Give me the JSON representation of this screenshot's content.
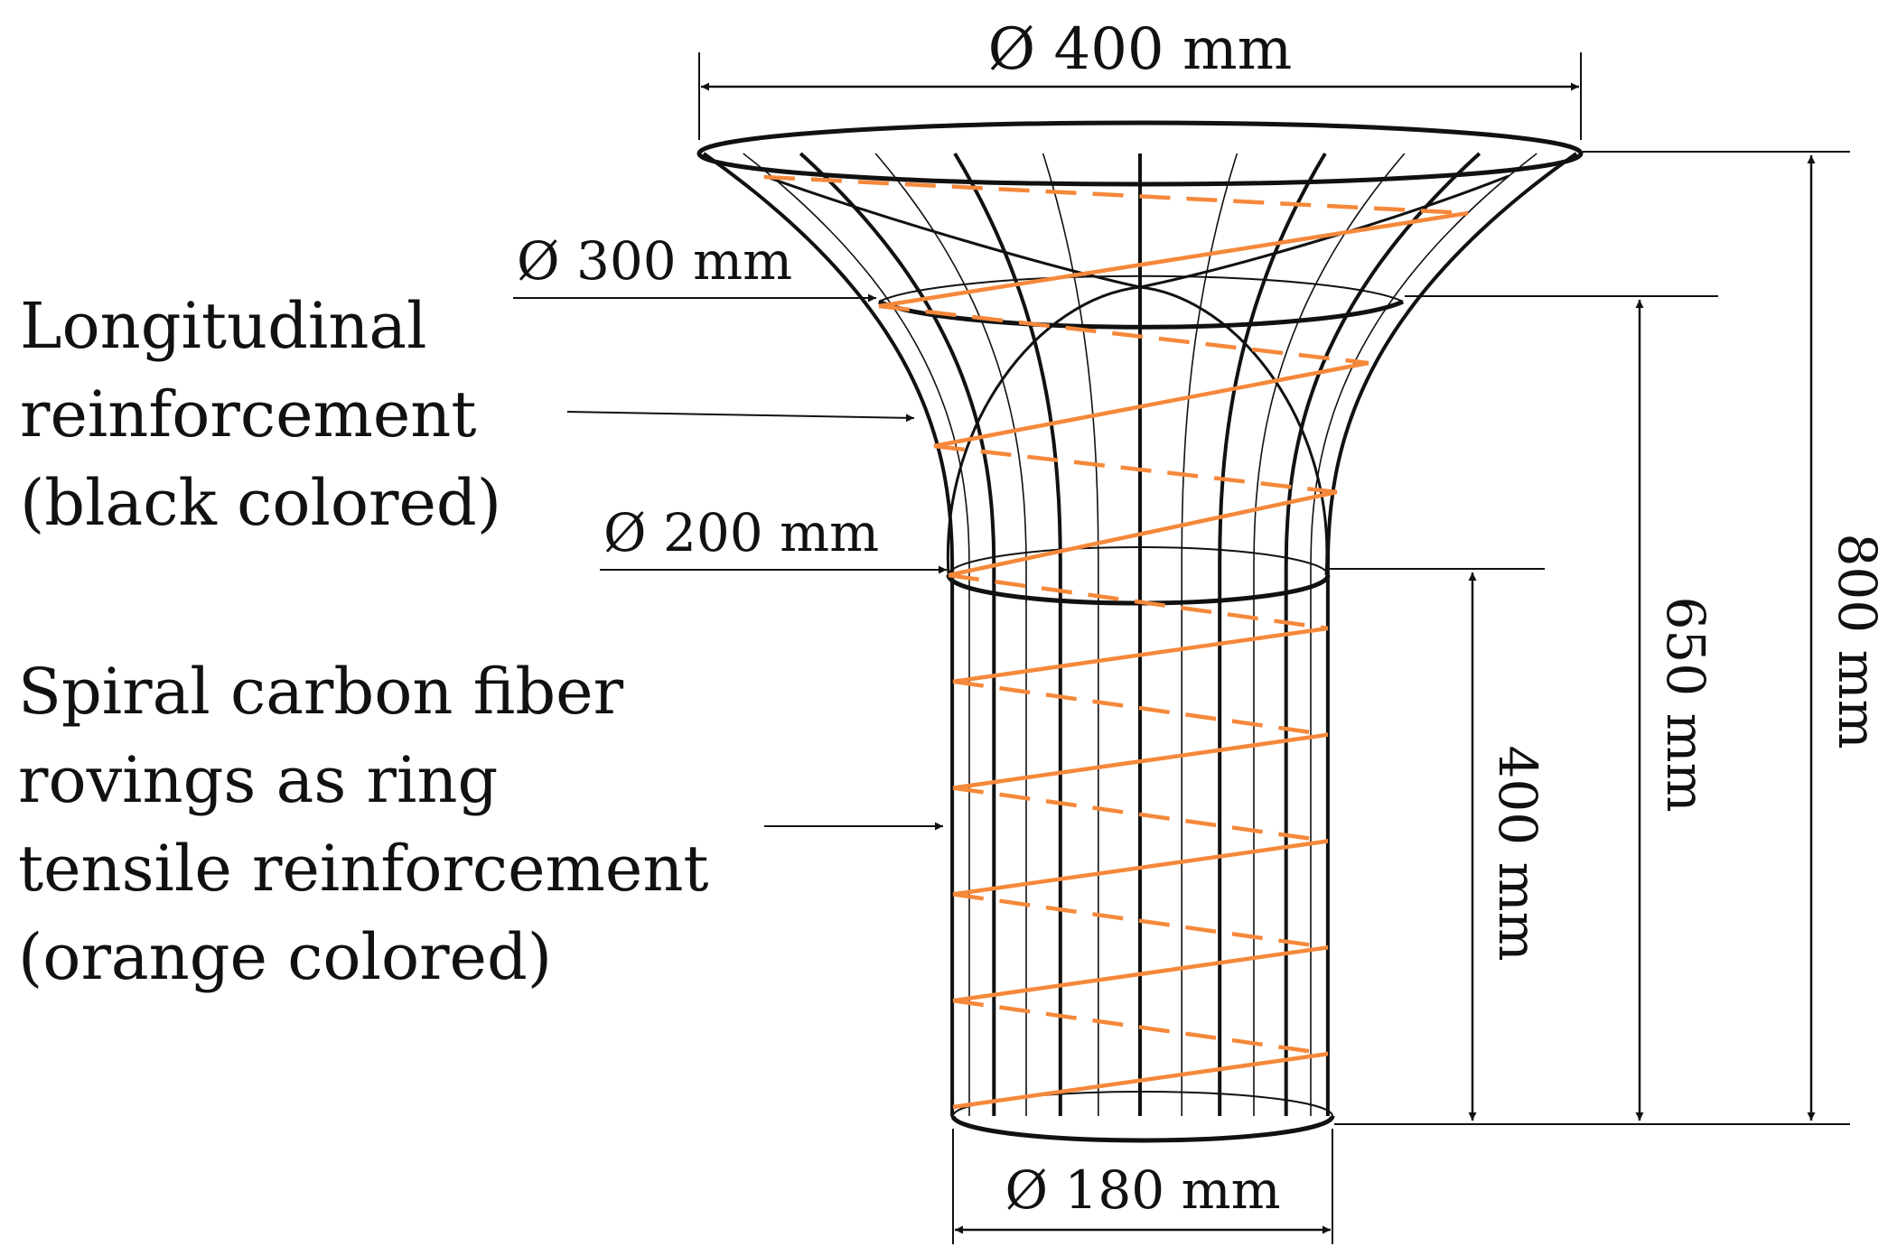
{
  "labels": {
    "dia_400": "Ø 400 mm",
    "dia_300": "Ø 300 mm",
    "dia_200": "Ø 200 mm",
    "dia_180": "Ø 180 mm",
    "height_400": "400 mm",
    "height_650": "650 mm",
    "height_800": "800 mm",
    "longitudinal": [
      "Longitudinal",
      "reinforcement",
      "(black colored)"
    ],
    "spiral": [
      "Spiral carbon fiber",
      "rovings as ring",
      "tensile reinforcement",
      "(orange colored)"
    ]
  },
  "colors": {
    "reinforcement_longitudinal": "#111111",
    "reinforcement_spiral": "#F5883A"
  }
}
